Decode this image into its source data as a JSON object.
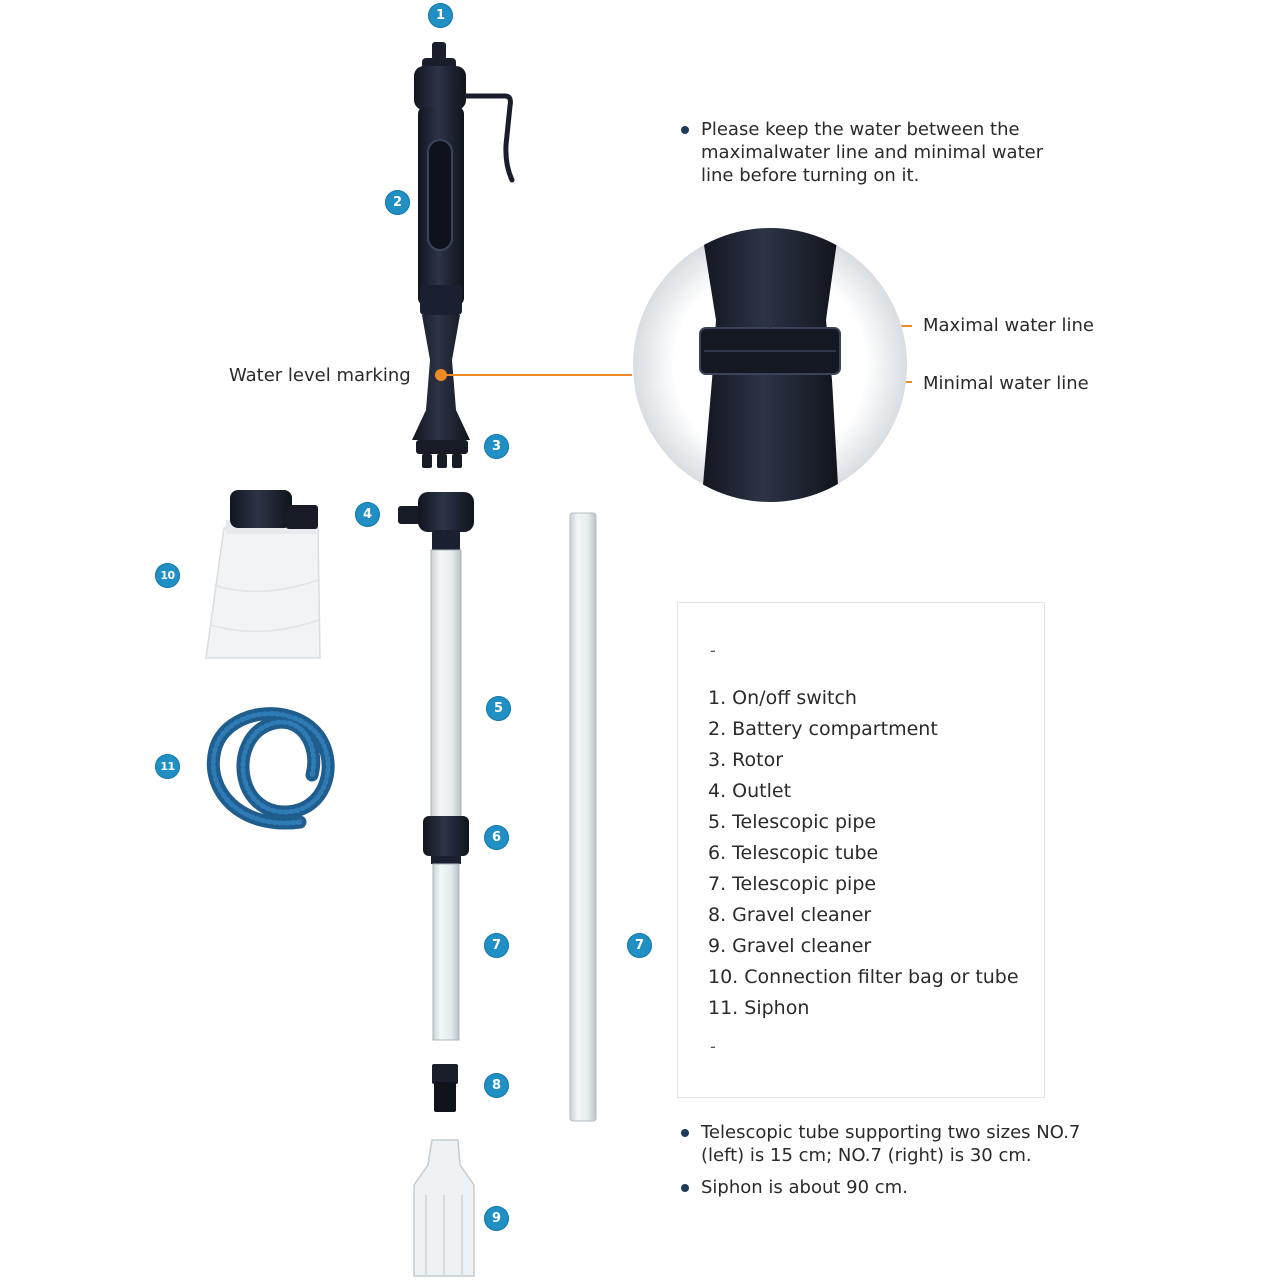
{
  "callouts": {
    "water_level_marking": "Water level marking",
    "maximal_water_line": "Maximal water line",
    "minimal_water_line": "Minimal water line"
  },
  "notes": {
    "top": "Please keep the water between the maximalwater line and minimal water line before turning on it.",
    "telescopic": "Telescopic tube supporting two sizes NO.7 (left) is 15 cm; NO.7 (right) is 30 cm.",
    "siphon": "Siphon is about 90 cm."
  },
  "legend": {
    "top_dash": "-",
    "bottom_dash": "-",
    "items": [
      "1. On/off switch",
      "2. Battery compartment",
      "3. Rotor",
      "4. Outlet",
      "5. Telescopic pipe",
      "6. Telescopic tube",
      "7. Telescopic pipe",
      "8. Gravel cleaner",
      "9. Gravel cleaner",
      "10. Connection filter bag or tube",
      "11. Siphon"
    ]
  },
  "badges": {
    "b1": "1",
    "b2": "2",
    "b3": "3",
    "b4": "4",
    "b5": "5",
    "b6": "6",
    "b7a": "7",
    "b7b": "7",
    "b8": "8",
    "b9": "9",
    "b10": "10",
    "b11": "11"
  },
  "colors": {
    "badge": "#1f8fc4",
    "callout_line": "#f08a24",
    "pump_body": "#1e2433",
    "hose": "#1f5d8f",
    "bullet": "#1d3c5b"
  }
}
